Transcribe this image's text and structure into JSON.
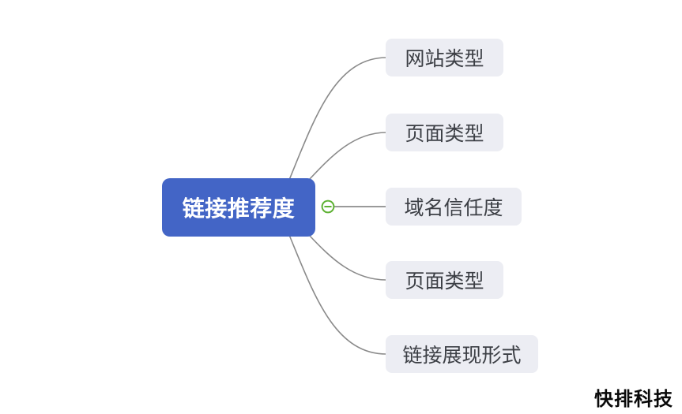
{
  "diagram": {
    "root": {
      "label": "链接推荐度"
    },
    "children": [
      {
        "label": "网站类型"
      },
      {
        "label": "页面类型"
      },
      {
        "label": "域名信任度"
      },
      {
        "label": "页面类型"
      },
      {
        "label": "链接展现形式"
      }
    ],
    "collapse_button": {
      "symbol": "−",
      "state": "expanded"
    },
    "watermark": "快排科技",
    "colors": {
      "root_bg": "#4365C6",
      "root_text": "#FFFFFF",
      "child_bg": "#ECEDF3",
      "child_text": "#3C3F45",
      "connector": "#8A8A8A",
      "collapse_green": "#5FB235",
      "watermark_text": "#0A0A0A",
      "background": "#FFFFFF"
    }
  }
}
